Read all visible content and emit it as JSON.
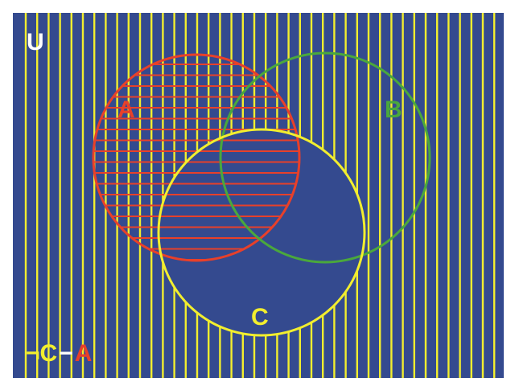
{
  "universe": {
    "label": "U"
  },
  "sets": [
    {
      "id": "A",
      "label": "A",
      "color": "#e8402a"
    },
    {
      "id": "B",
      "label": "B",
      "color": "#4aa83c"
    },
    {
      "id": "C",
      "label": "C",
      "color": "#f2ee2e"
    }
  ],
  "expression": {
    "not": "¬",
    "c": "C",
    "minus": "−",
    "a": "A"
  },
  "colors": {
    "background": "#344a8f",
    "hatch_vertical": "#f2ee2e",
    "hatch_horizontal": "#e8402a",
    "universe_label": "#ffffff"
  }
}
